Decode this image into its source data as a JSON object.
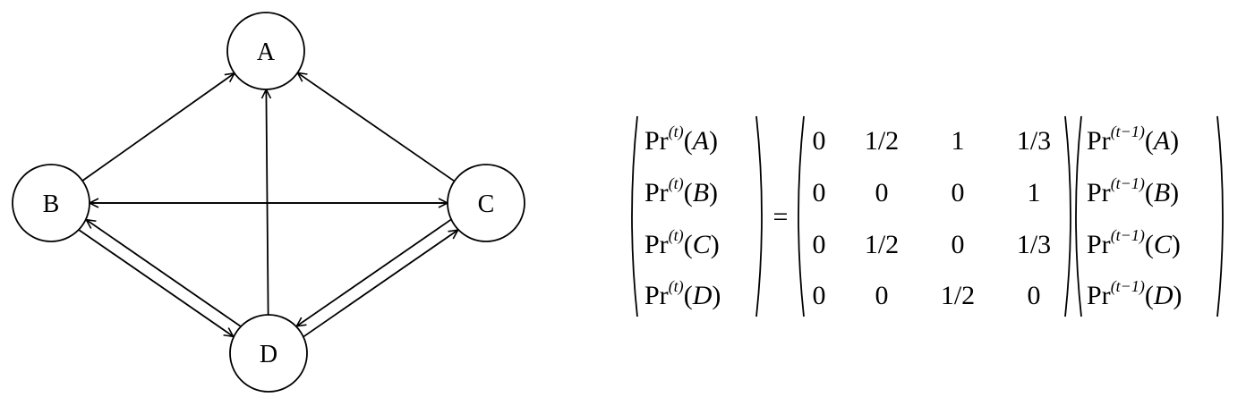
{
  "graph": {
    "nodes": [
      {
        "id": "A",
        "label": "A"
      },
      {
        "id": "B",
        "label": "B"
      },
      {
        "id": "C",
        "label": "C"
      },
      {
        "id": "D",
        "label": "D"
      }
    ],
    "edges": [
      {
        "from": "B",
        "to": "A"
      },
      {
        "from": "C",
        "to": "A"
      },
      {
        "from": "D",
        "to": "A"
      },
      {
        "from": "B",
        "to": "C"
      },
      {
        "from": "C",
        "to": "B"
      },
      {
        "from": "B",
        "to": "D"
      },
      {
        "from": "D",
        "to": "B"
      },
      {
        "from": "D",
        "to": "C"
      },
      {
        "from": "C",
        "to": "D"
      }
    ]
  },
  "equation": {
    "prob_fn": "Pr",
    "superscript_lhs": "(t)",
    "superscript_rhs": "(t−1)",
    "states": [
      "A",
      "B",
      "C",
      "D"
    ],
    "equals": "=",
    "matrix": [
      [
        "0",
        "1/2",
        "1",
        "1/3"
      ],
      [
        "0",
        "0",
        "0",
        "1"
      ],
      [
        "0",
        "1/2",
        "0",
        "1/3"
      ],
      [
        "0",
        "0",
        "1/2",
        "0"
      ]
    ]
  }
}
